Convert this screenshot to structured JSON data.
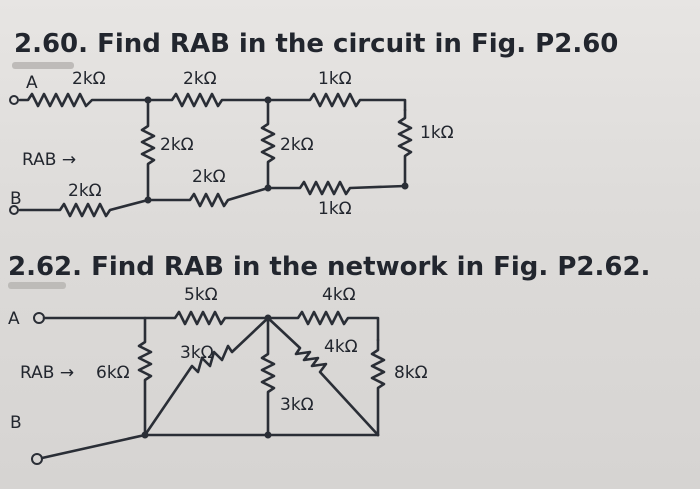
{
  "problem_2_60": {
    "title": "2.60. Find RAB in the circuit in Fig. P2.60",
    "node_a": "A",
    "node_b": "B",
    "rab": "RAB →",
    "r_top_left": "2kΩ",
    "r_top_mid": "2kΩ",
    "r_top_right": "1kΩ",
    "r_shunt_1": "2kΩ",
    "r_shunt_2": "2kΩ",
    "r_shunt_3": "1kΩ",
    "r_bot_left": "2kΩ",
    "r_bot_mid": "2kΩ",
    "r_bot_right": "1kΩ"
  },
  "problem_2_62": {
    "title": "2.62. Find RAB in the network in Fig. P2.62.",
    "node_a": "A",
    "node_b": "B",
    "rab": "RAB →",
    "r_top_left": "5kΩ",
    "r_top_right": "4kΩ",
    "r_shunt_left": "6kΩ",
    "r_diag_left": "3kΩ",
    "r_mid_vertical": "3kΩ",
    "r_diag_right": "4kΩ",
    "r_shunt_right": "8kΩ"
  }
}
